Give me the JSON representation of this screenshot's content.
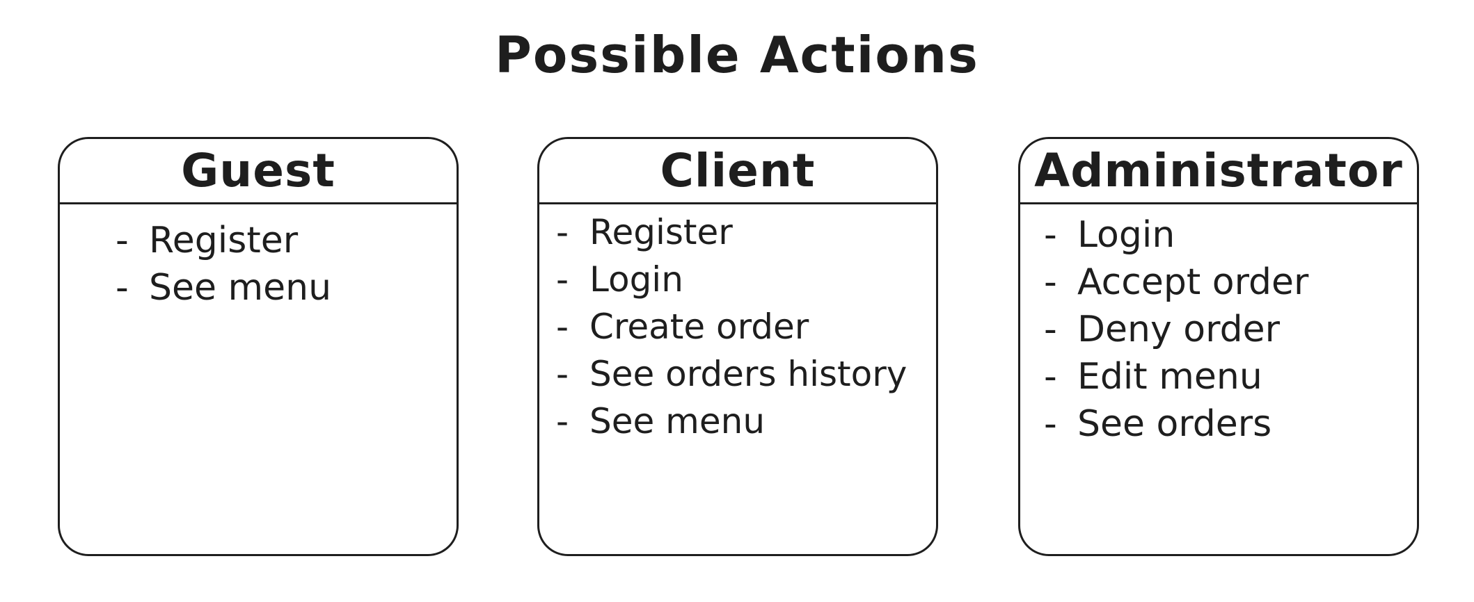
{
  "title": "Possible Actions",
  "roles": [
    {
      "name": "Guest",
      "actions": [
        "Register",
        "See menu"
      ]
    },
    {
      "name": "Client",
      "actions": [
        "Register",
        "Login",
        "Create order",
        "See orders history",
        "See menu"
      ]
    },
    {
      "name": "Administrator",
      "actions": [
        "Login",
        "Accept order",
        "Deny order",
        "Edit menu",
        "See orders"
      ]
    }
  ]
}
